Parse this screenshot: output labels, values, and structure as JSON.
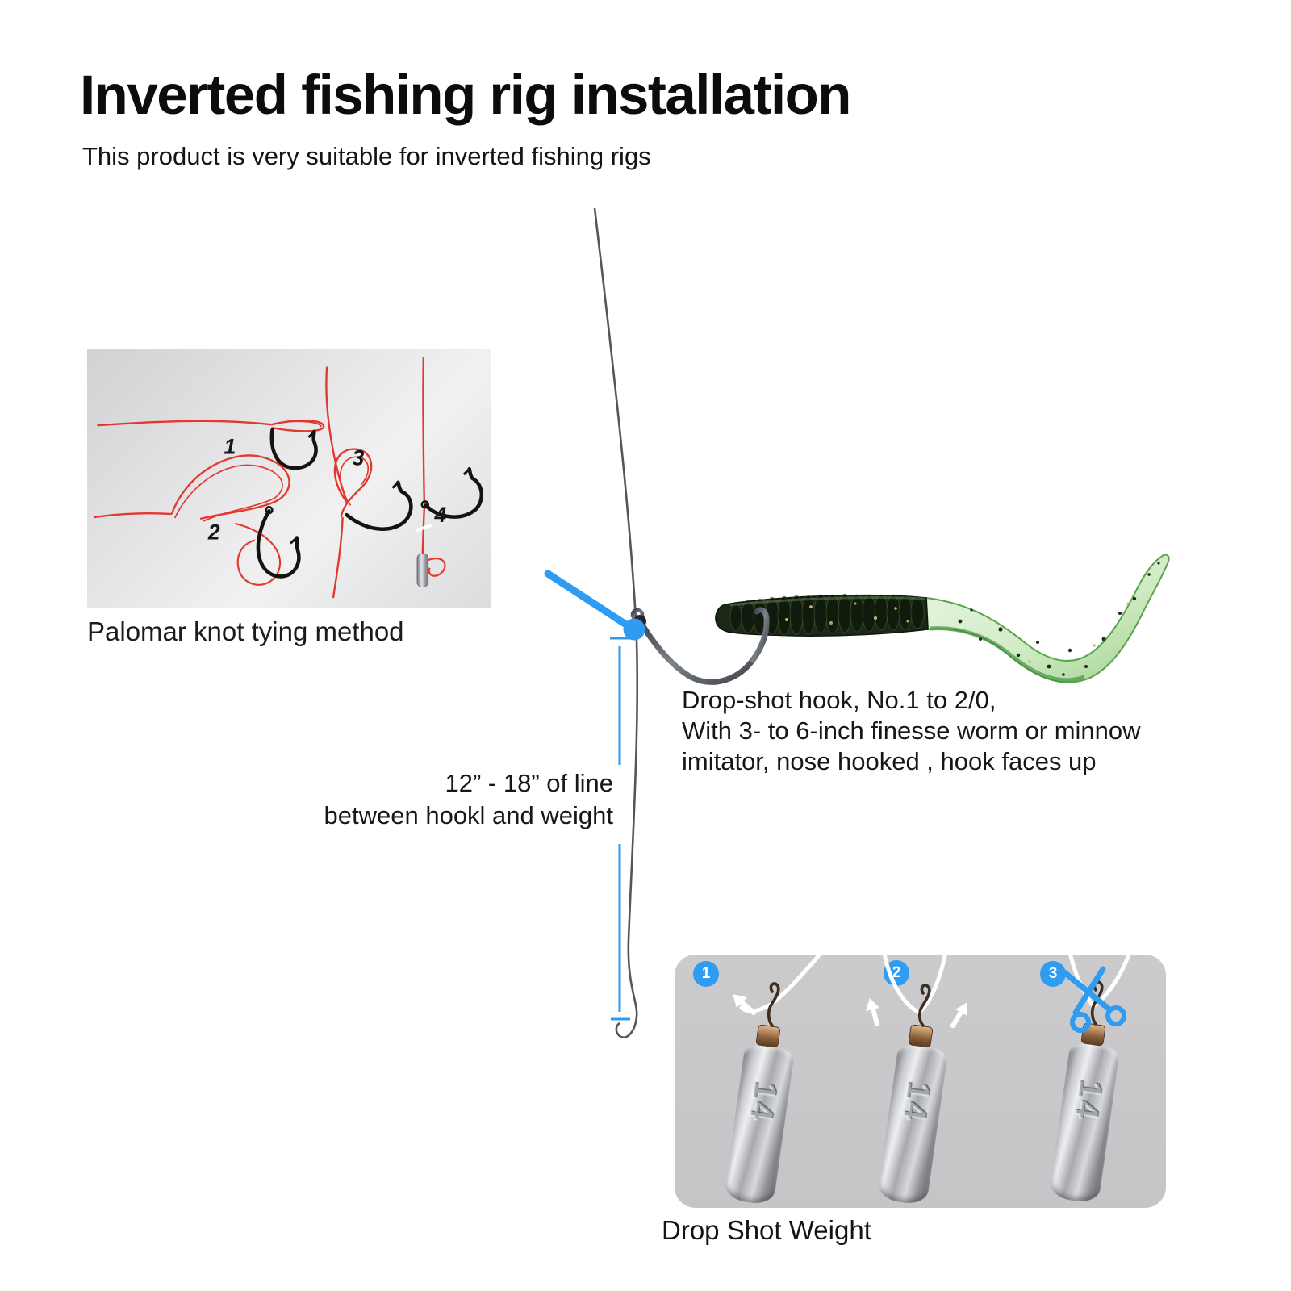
{
  "header": {
    "title": "Inverted fishing rig installation",
    "subtitle": "This product is very suitable for inverted fishing rigs"
  },
  "palomar": {
    "caption": "Palomar knot tying method",
    "steps": [
      "1",
      "2",
      "3",
      "4"
    ]
  },
  "rig": {
    "hook_note_line1": "Drop-shot hook, No.1 to 2/0,",
    "hook_note_line2": "With 3- to 6-inch finesse worm or minnow",
    "hook_note_line3": "imitator, nose hooked , hook faces up",
    "length_note_line1": "12” - 18” of line",
    "length_note_line2": "between hookl and weight"
  },
  "weight_panel": {
    "caption": "Drop Shot Weight",
    "steps": [
      {
        "number": "1"
      },
      {
        "number": "2"
      },
      {
        "number": "3"
      }
    ],
    "weight_marking": "14"
  },
  "colors": {
    "accent_blue": "#2f9cf1",
    "knot_red": "#e2382d",
    "line_gray": "#55555a"
  }
}
